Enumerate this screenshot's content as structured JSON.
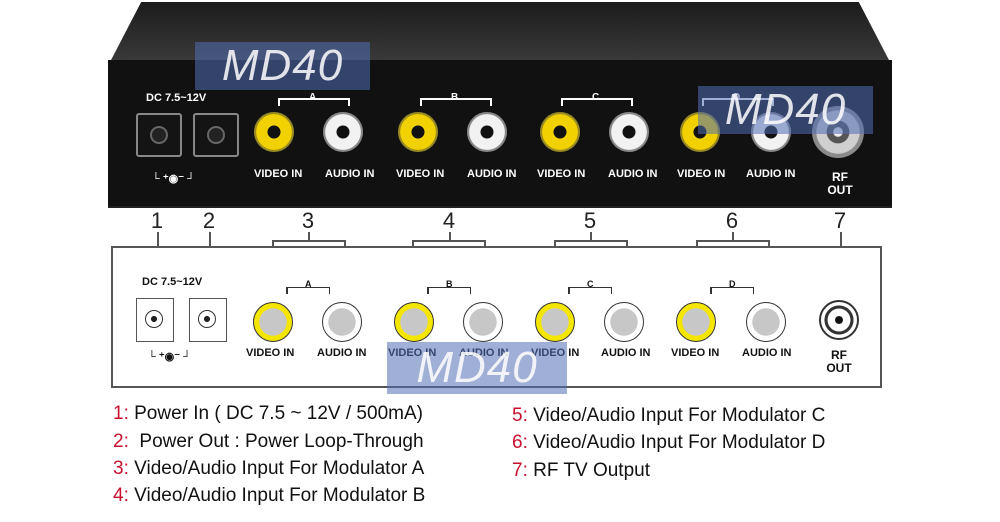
{
  "watermark": "MD40",
  "device": {
    "dc_label": "DC 7.5~12V",
    "groups": [
      "A",
      "B",
      "C",
      "D"
    ],
    "video_label": "VIDEO IN",
    "audio_label": "AUDIO IN",
    "rf_label_1": "RF",
    "rf_label_2": "OUT"
  },
  "numbers": [
    "1",
    "2",
    "3",
    "4",
    "5",
    "6",
    "7"
  ],
  "legend": [
    {
      "num": "1:",
      "text": " Power In ( DC 7.5 ~ 12V / 500mA)"
    },
    {
      "num": "2:",
      "text": "  Power Out : Power Loop-Through"
    },
    {
      "num": "3:",
      "text": " Video/Audio Input For Modulator A"
    },
    {
      "num": "4:",
      "text": " Video/Audio Input For Modulator B"
    },
    {
      "num": "5:",
      "text": " Video/Audio Input For Modulator C"
    },
    {
      "num": "6:",
      "text": " Video/Audio Input For Modulator D"
    },
    {
      "num": "7:",
      "text": " RF TV Output"
    }
  ],
  "colors": {
    "accent": "#c8102e",
    "video": "#f1d200",
    "panel": "#111111"
  }
}
